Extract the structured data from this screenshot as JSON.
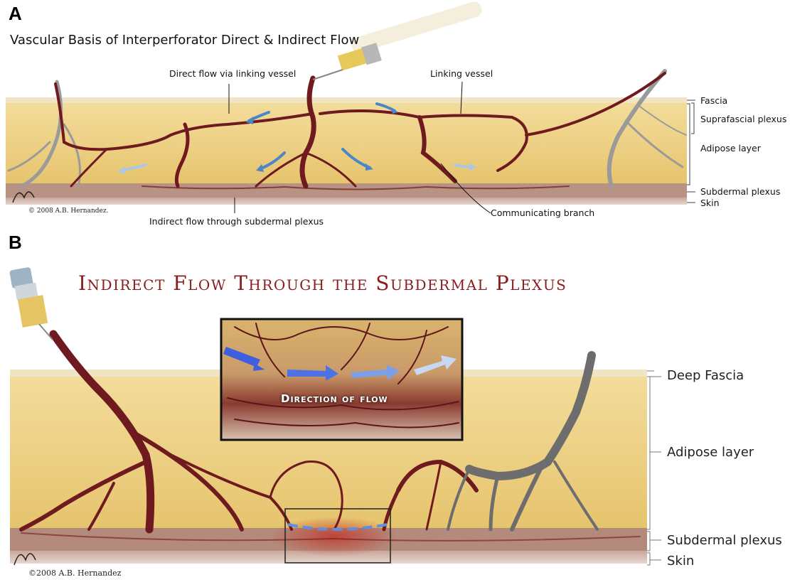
{
  "panel_a": {
    "letter": "A",
    "title": "Vascular Basis of Interperforator Direct & Indirect Flow",
    "callouts": {
      "direct_flow": "Direct flow via linking vessel",
      "linking_vessel": "Linking vessel",
      "indirect_flow": "Indirect flow through subdermal plexus",
      "communicating_branch": "Communicating branch"
    },
    "layers": [
      "Fascia",
      "Suprafascial plexus",
      "Adipose layer",
      "Subdermal plexus",
      "Skin"
    ],
    "copyright": "© 2008 A.B. Hernandez."
  },
  "panel_b": {
    "letter": "B",
    "title": "Indirect Flow Through the Subdermal Plexus",
    "inset_label": "Direction of flow",
    "layers": [
      "Deep Fascia",
      "Adipose layer",
      "Subdermal plexus",
      "Skin"
    ],
    "copyright": "©2008 A.B. Hernandez"
  },
  "colors": {
    "adipose": "#eccf7e",
    "fascia": "#efe4c4",
    "vessel": "#6e1a1f",
    "vessel_gray": "#8e8e8e",
    "flow_arrow": "#4a86c8",
    "title_red": "#8a1c1c"
  }
}
